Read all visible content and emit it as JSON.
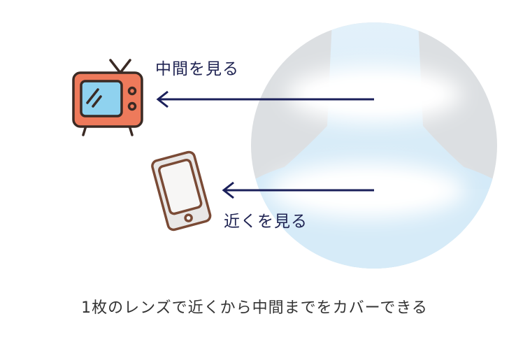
{
  "labels": {
    "middle": "中間を見る",
    "near": "近くを見る"
  },
  "caption": "1枚のレンズで近くから中間までをカバーできる",
  "icons": {
    "tv": "television-icon",
    "phone": "smartphone-icon"
  },
  "colors": {
    "arrow": "#1a1f5a",
    "tv_body": "#ee7a5b",
    "tv_screen": "#8fd2ef",
    "tv_outline": "#3a2a24",
    "phone_body": "#e9e7e6",
    "phone_outline": "#7a4a35",
    "lens_gray": "#dcdfe2",
    "lens_blue": "#cfe7f6"
  }
}
